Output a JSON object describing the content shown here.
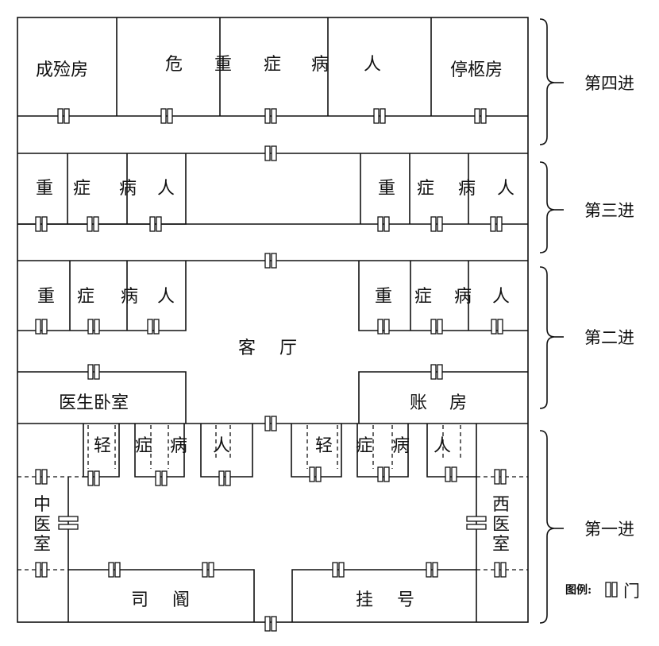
{
  "sections": [
    {
      "id": "fourth",
      "label": "第四进"
    },
    {
      "id": "third",
      "label": "第三进"
    },
    {
      "id": "second",
      "label": "第二进"
    },
    {
      "id": "first",
      "label": "第一进"
    }
  ],
  "fourth": {
    "rooms": [
      {
        "id": "encoffining",
        "label": "成殓房"
      },
      {
        "id": "critical-1",
        "label": "危"
      },
      {
        "id": "critical-2",
        "label": "重"
      },
      {
        "id": "critical-3",
        "label": "症"
      },
      {
        "id": "critical-4",
        "label": "病"
      },
      {
        "id": "critical-5",
        "label": "人"
      },
      {
        "id": "coffin",
        "label": "停柩房"
      }
    ]
  },
  "third": {
    "left": [
      "重",
      "症",
      "病",
      "人"
    ],
    "right": [
      "重",
      "症",
      "病",
      "人"
    ]
  },
  "second": {
    "left": [
      "重",
      "症",
      "病",
      "人"
    ],
    "right": [
      "重",
      "症",
      "病",
      "人"
    ],
    "hall": [
      "客",
      "厅"
    ],
    "doctor_bedroom": "医生卧室",
    "accounts": [
      "账",
      "房"
    ]
  },
  "first": {
    "left": [
      "轻",
      "症",
      "病",
      "人"
    ],
    "right": [
      "轻",
      "症",
      "病",
      "人"
    ],
    "chinese_medicine": [
      "中",
      "医",
      "室"
    ],
    "western_medicine": [
      "西",
      "医",
      "室"
    ],
    "gatekeeper": [
      "司",
      "阍"
    ],
    "registration": [
      "挂",
      "号"
    ]
  },
  "legend": {
    "label": "图例:",
    "door_label": "门"
  }
}
